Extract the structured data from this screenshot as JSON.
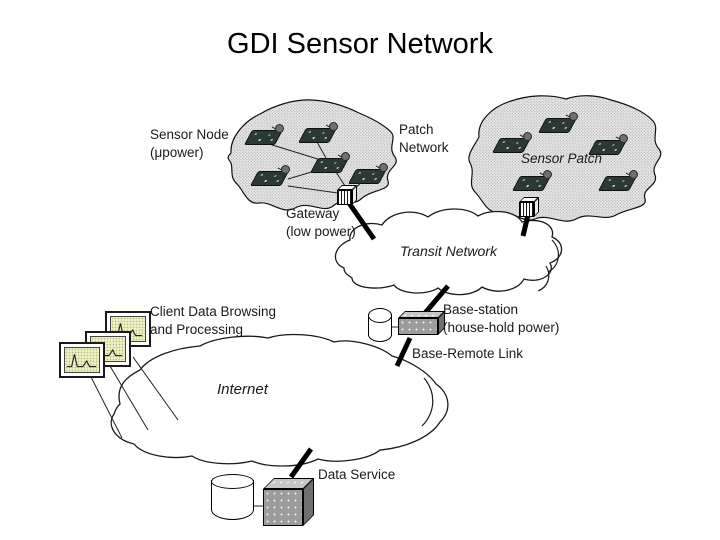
{
  "slide": {
    "title": "GDI Sensor Network",
    "background": "#ffffff"
  },
  "labels": {
    "sensor_node": "Sensor Node\n(μpower)",
    "patch_network": "Patch\nNetwork",
    "sensor_patch": "Sensor Patch",
    "gateway": "Gateway\n(low power)",
    "transit_network": "Transit Network",
    "client": "Client Data Browsing\nand Processing",
    "base_station": "Base-station\n(house-hold power)",
    "base_remote": "Base-Remote Link",
    "internet": "Internet",
    "data_service": "Data Service"
  },
  "structure": {
    "sensor_nodes_left_patch": 5,
    "sensor_nodes_right_patch": 5,
    "gateways": 2,
    "client_monitors": 3,
    "databases": 2,
    "clouds": [
      "Transit Network",
      "Internet"
    ]
  },
  "icons": {
    "sensor_mote": "circuit-board-with-antenna-ball",
    "gateway_cube": "vertically-hatched-3d-cube",
    "server_box": "gray-dotted-3d-box",
    "database": "white-cylinder",
    "client_monitor": "monitor-with-peak-chart",
    "network_cloud": "hand-drawn-cloud-outline",
    "sensor_field": "gray-halftone-blob"
  },
  "colors": {
    "background": "#ffffff",
    "text": "#1a1a1a",
    "patch_fill": "#e6e6e6",
    "patch_dot": "#a6a6a6",
    "screen_fill": "#eef0c5",
    "box_front": "#9c9c9c",
    "box_top": "#c6c6c6",
    "box_side": "#6f6f6f",
    "link": "#000000"
  }
}
